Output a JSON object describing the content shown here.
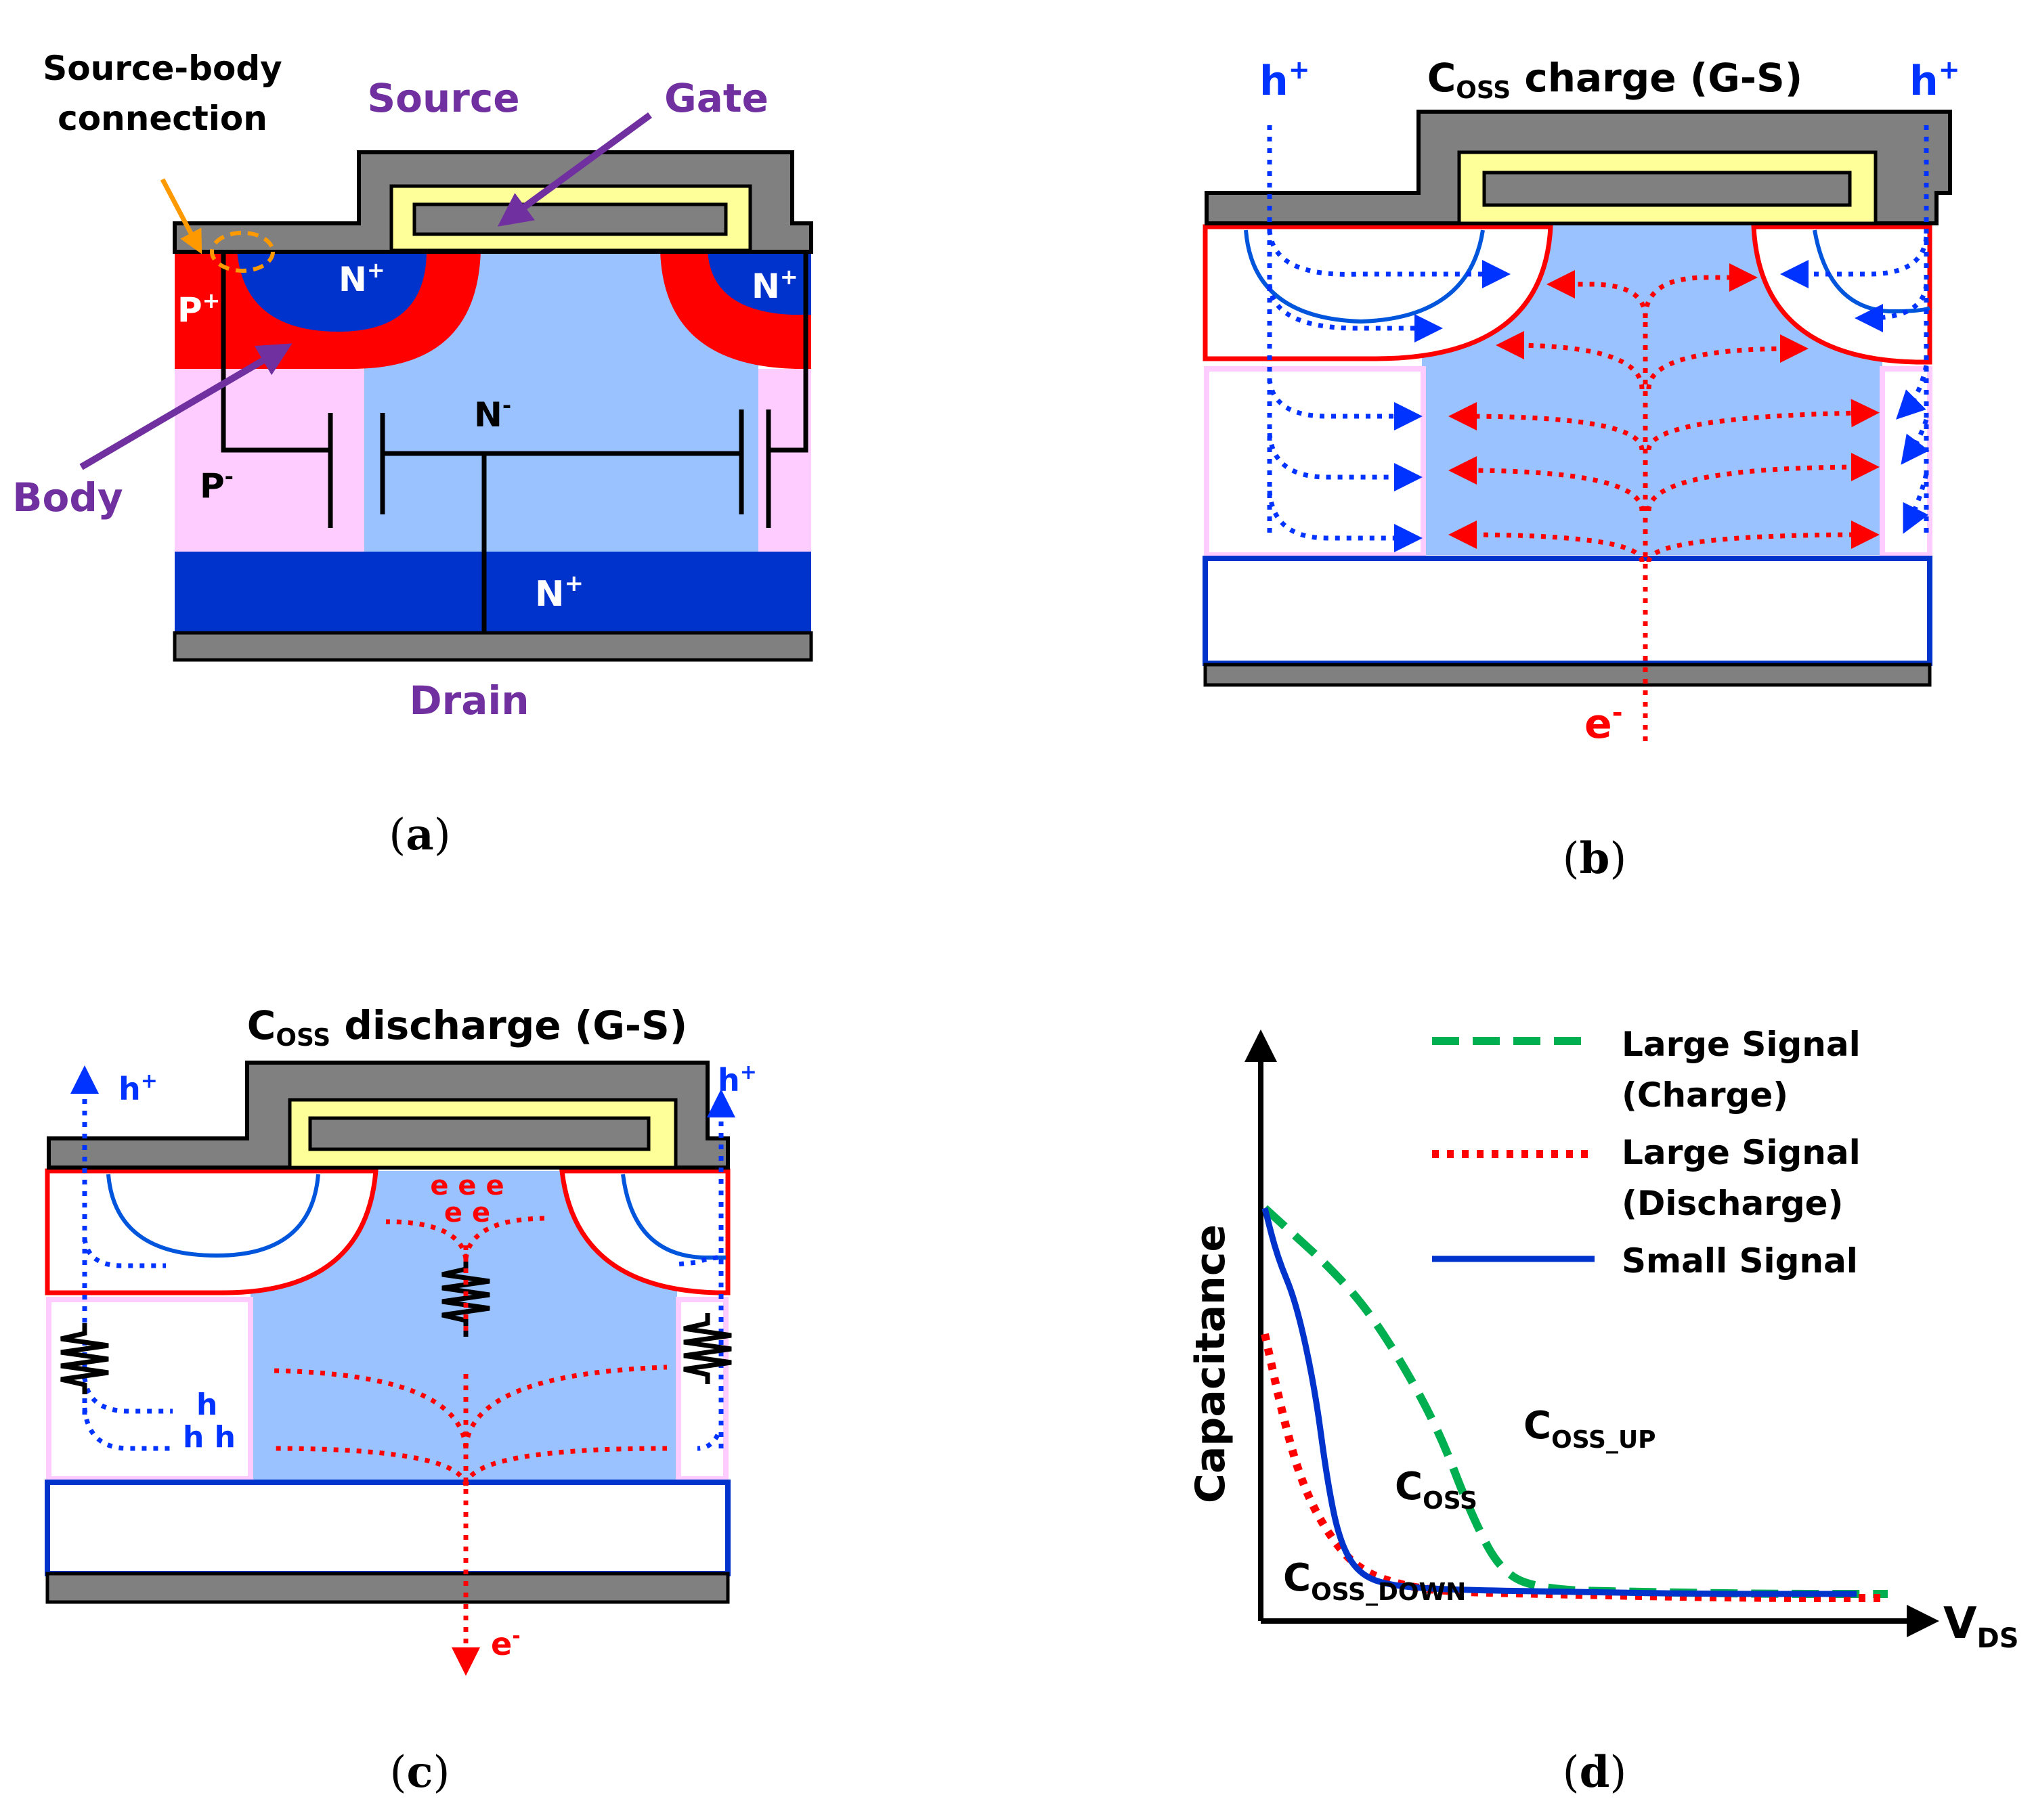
{
  "colors": {
    "p_plus": "#ff0000",
    "n_plus": "#0033cc",
    "p_minus": "#ffccff",
    "n_minus": "#99c2ff",
    "metal": "#808080",
    "oxide": "#ffff99",
    "label_purple": "#7030a0",
    "hole_blue": "#0033ff",
    "electron_red": "#ff0000",
    "orange": "#ff9900",
    "green": "#00b050"
  },
  "panel_a": {
    "caption_letter": "a",
    "label_source_body_line1": "Source-body",
    "label_source_body_line2": "connection",
    "label_source": "Source",
    "label_gate": "Gate",
    "label_body": "Body",
    "label_drain": "Drain",
    "label_p_plus": "P",
    "label_p_plus_sup": "+",
    "label_n_plus_left": "N",
    "label_n_plus_right": "N",
    "label_n_plus_sup": "+",
    "label_n_minus": "N",
    "label_minus_sup": "-",
    "label_p_minus": "P",
    "label_n_plus_drain": "N",
    "label_n_plus_drain_sup": "+"
  },
  "panel_b": {
    "caption_letter": "b",
    "title_c": "C",
    "title_sub": "OSS",
    "title_rest": " charge (G-S)",
    "label_h_left": "h",
    "label_h_right": "h",
    "label_h_sup": "+",
    "label_e": "e",
    "label_e_sup": "-"
  },
  "panel_c": {
    "caption_letter": "c",
    "title_c": "C",
    "title_sub": "OSS",
    "title_rest": " discharge (G-S)",
    "label_h_left": "h",
    "label_h_right": "h",
    "label_h_sup": "+",
    "label_eeee_row1": "e e e",
    "label_eeee_row2": "e e",
    "label_h_row1": "h",
    "label_h_row2": "h h",
    "label_e_bottom": "e",
    "label_e_sup": "-"
  },
  "panel_d": {
    "caption_letter": "d",
    "legend_large_charge_line1": "Large Signal",
    "legend_large_charge_line2": "(Charge)",
    "legend_large_discharge_line1": "Large Signal",
    "legend_large_discharge_line2": "(Discharge)",
    "legend_small": "Small Signal",
    "ylabel": "Capacitance",
    "xlabel_v": "V",
    "xlabel_sub": "DS",
    "curve_up_c": "C",
    "curve_up_sub": "OSS_UP",
    "curve_coss_c": "C",
    "curve_coss_sub": "OSS",
    "curve_down_c": "C",
    "curve_down_sub": "OSS_DOWN"
  },
  "chart_data": {
    "type": "line",
    "xlabel": "V_DS",
    "ylabel": "Capacitance",
    "series": [
      {
        "name": "Large Signal (Charge)",
        "x": [
          0.0,
          0.05,
          0.1,
          0.16,
          0.22,
          0.28,
          0.33,
          0.38,
          0.45,
          0.6,
          0.8,
          1.0
        ],
        "values": [
          1.0,
          0.93,
          0.86,
          0.76,
          0.62,
          0.45,
          0.25,
          0.1,
          0.06,
          0.055,
          0.05,
          0.05
        ]
      },
      {
        "name": "Large Signal (Discharge)",
        "x": [
          0.0,
          0.03,
          0.06,
          0.1,
          0.15,
          0.22,
          0.3,
          0.45,
          0.6,
          0.8,
          1.0
        ],
        "values": [
          0.69,
          0.48,
          0.32,
          0.2,
          0.11,
          0.07,
          0.055,
          0.05,
          0.045,
          0.04,
          0.04
        ]
      },
      {
        "name": "Small Signal",
        "x": [
          0.0,
          0.02,
          0.05,
          0.08,
          0.1,
          0.12,
          0.15,
          0.2,
          0.3,
          0.5,
          0.7,
          0.95
        ],
        "values": [
          1.0,
          0.88,
          0.77,
          0.56,
          0.33,
          0.18,
          0.1,
          0.07,
          0.06,
          0.055,
          0.05,
          0.05
        ]
      }
    ]
  }
}
